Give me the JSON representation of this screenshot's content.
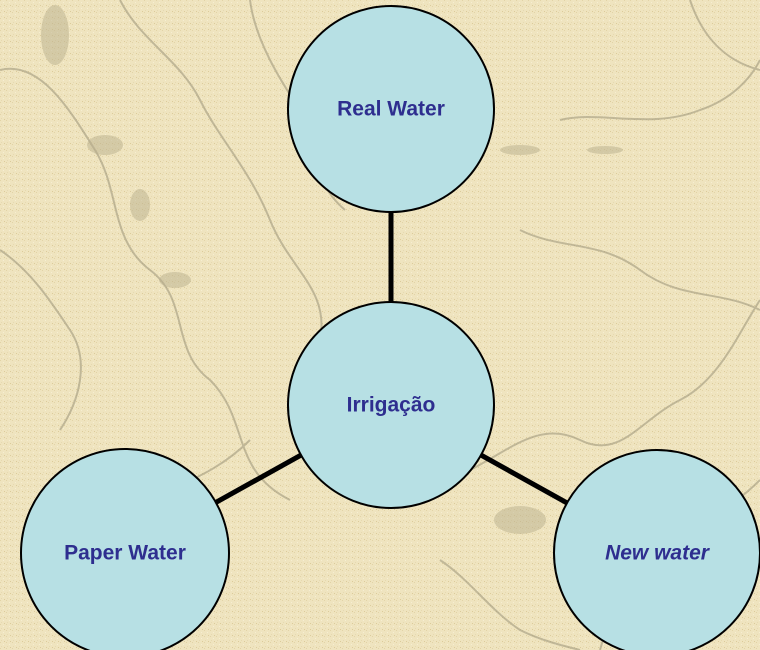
{
  "diagram": {
    "type": "hub-and-spoke",
    "center": {
      "label": "Irrigação"
    },
    "nodes": [
      {
        "id": "real-water",
        "label": "Real Water",
        "italic": false
      },
      {
        "id": "paper-water",
        "label": "Paper Water",
        "italic": false
      },
      {
        "id": "new-water",
        "label": "New water",
        "italic": true
      }
    ],
    "edges": [
      {
        "from": "center",
        "to": "real-water"
      },
      {
        "from": "center",
        "to": "paper-water"
      },
      {
        "from": "center",
        "to": "new-water"
      }
    ]
  },
  "colors": {
    "node_fill": "#b7e0e4",
    "node_stroke": "#000000",
    "label_text": "#2e2e8f",
    "connector": "#000000",
    "background": "#efe4bf",
    "map_lines": "#9b9378"
  }
}
